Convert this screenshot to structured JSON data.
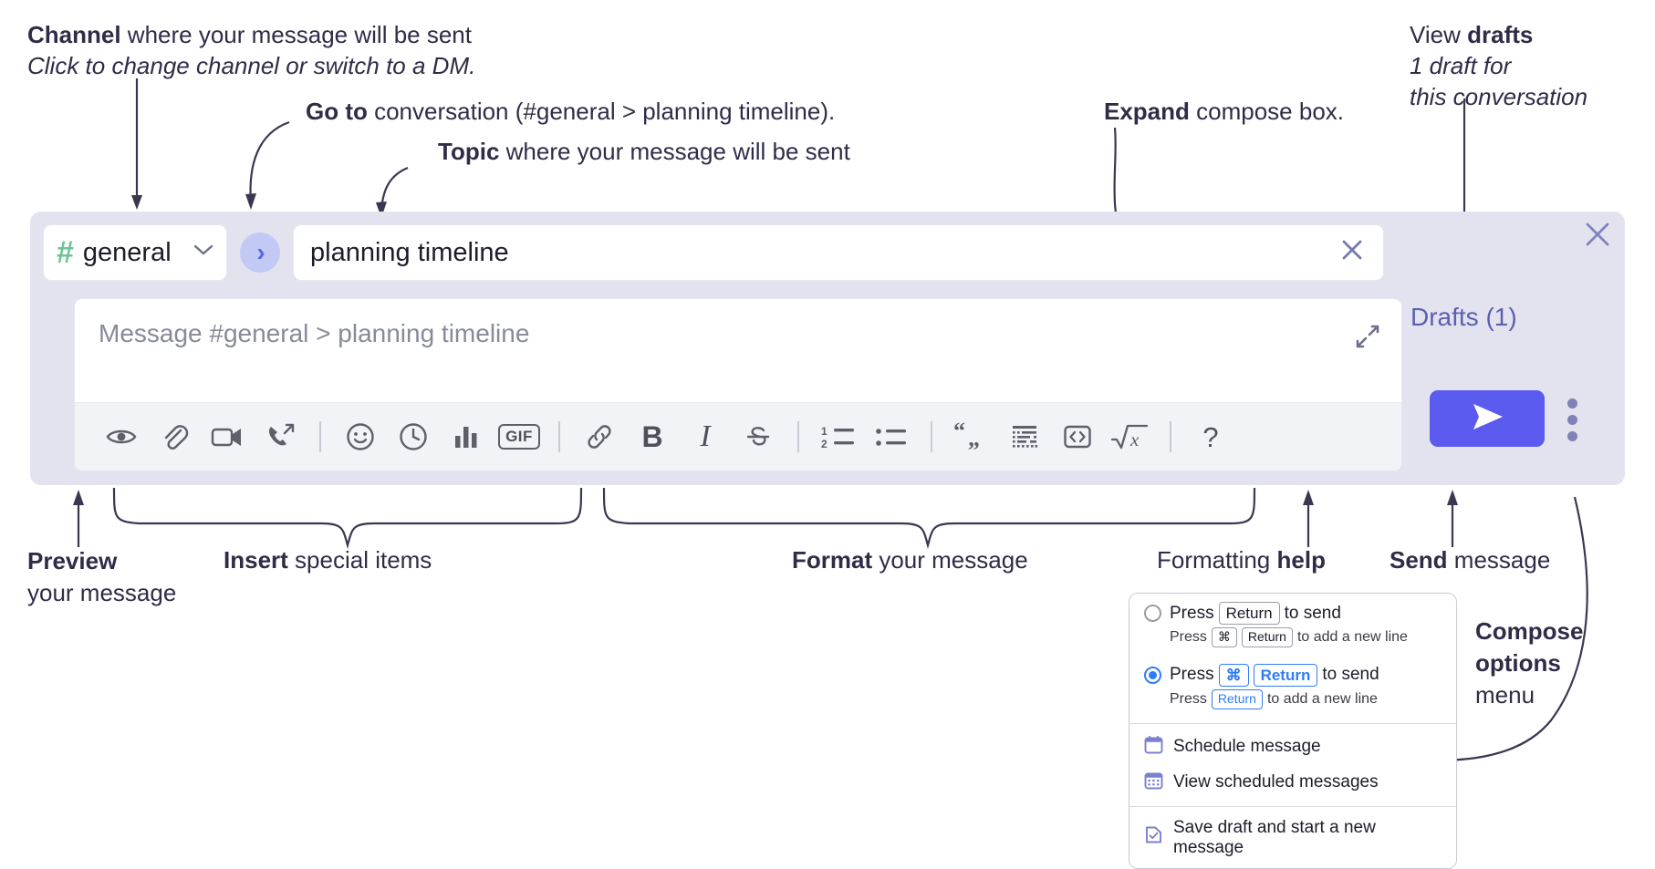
{
  "annotations": {
    "channel": {
      "bold": "Channel",
      "rest": " where your message will be sent",
      "italic": "Click to change channel or switch to a DM."
    },
    "goto": {
      "bold": "Go to",
      "rest": " conversation (#general > planning timeline)."
    },
    "topic": {
      "bold": "Topic",
      "rest": " where your message will be sent"
    },
    "expand": {
      "bold": "Expand",
      "rest": " compose box."
    },
    "drafts": {
      "lead": "View ",
      "bold": "drafts",
      "italic1": "1 draft for",
      "italic2": "this conversation"
    },
    "preview": {
      "bold": "Preview",
      "rest": "your message"
    },
    "insert": {
      "bold": "Insert",
      "rest": " special items"
    },
    "format": {
      "bold": "Format",
      "rest": " your message"
    },
    "help": {
      "lead": "Formatting ",
      "bold": "help"
    },
    "send": {
      "bold": "Send",
      "rest": " message"
    },
    "compose_options": {
      "bold1": "Compose",
      "bold2": "options",
      "rest": "menu"
    }
  },
  "compose": {
    "channel": {
      "hash": "#",
      "name": "general",
      "caret_icon": "chevron-down-icon"
    },
    "goto_button": {
      "icon": "chevron-right-icon"
    },
    "topic": {
      "value": "planning timeline",
      "clear_icon": "close-icon"
    },
    "message": {
      "placeholder": "Message #general > planning timeline",
      "expand_icon": "expand-icon"
    },
    "drafts_link": "Drafts (1)",
    "panel_close_icon": "close-icon",
    "send_button": {
      "icon": "send-icon"
    },
    "options_button": {
      "icon": "kebab-menu-icon"
    },
    "toolbar": [
      {
        "name": "preview-icon",
        "kind": "icon",
        "label": ""
      },
      {
        "name": "attachment-icon",
        "kind": "icon",
        "label": ""
      },
      {
        "name": "video-icon",
        "kind": "icon",
        "label": ""
      },
      {
        "name": "huddle-icon",
        "kind": "icon",
        "label": ""
      },
      {
        "name": "divider",
        "kind": "divider",
        "label": ""
      },
      {
        "name": "emoji-icon",
        "kind": "icon",
        "label": ""
      },
      {
        "name": "clock-icon",
        "kind": "icon",
        "label": ""
      },
      {
        "name": "poll-icon",
        "kind": "icon",
        "label": ""
      },
      {
        "name": "gif-icon",
        "kind": "text-box",
        "label": "GIF"
      },
      {
        "name": "divider",
        "kind": "divider",
        "label": ""
      },
      {
        "name": "link-icon",
        "kind": "icon",
        "label": ""
      },
      {
        "name": "bold-icon",
        "kind": "text",
        "label": "B"
      },
      {
        "name": "italic-icon",
        "kind": "text",
        "label": "I"
      },
      {
        "name": "strikethrough-icon",
        "kind": "icon",
        "label": ""
      },
      {
        "name": "divider",
        "kind": "divider",
        "label": ""
      },
      {
        "name": "ordered-list-icon",
        "kind": "icon",
        "label": ""
      },
      {
        "name": "bulleted-list-icon",
        "kind": "icon",
        "label": ""
      },
      {
        "name": "divider",
        "kind": "divider",
        "label": ""
      },
      {
        "name": "blockquote-icon",
        "kind": "icon",
        "label": ""
      },
      {
        "name": "code-block-icon",
        "kind": "icon",
        "label": ""
      },
      {
        "name": "inline-code-icon",
        "kind": "icon",
        "label": ""
      },
      {
        "name": "math-icon",
        "kind": "icon",
        "label": ""
      },
      {
        "name": "divider",
        "kind": "divider",
        "label": ""
      },
      {
        "name": "help-icon",
        "kind": "text",
        "label": "?"
      }
    ]
  },
  "options_menu": {
    "radio1": {
      "selected": false,
      "press": "Press",
      "key": "Return",
      "suffix": "to send",
      "sub_press": "Press",
      "sub_key1": "⌘",
      "sub_key2": "Return",
      "sub_suffix": "to add a new line"
    },
    "radio2": {
      "selected": true,
      "press": "Press",
      "key1": "⌘",
      "key2": "Return",
      "suffix": "to send",
      "sub_press": "Press",
      "sub_key": "Return",
      "sub_suffix": "to add a new line"
    },
    "items": [
      {
        "label": "Schedule message",
        "icon": "calendar-icon"
      },
      {
        "label": "View scheduled messages",
        "icon": "calendar-grid-icon"
      },
      {
        "label": "Save draft and start a new message",
        "icon": "save-draft-icon"
      }
    ]
  },
  "colors": {
    "panel_bg": "#e3e3f0",
    "accent_send": "#5b5bf0",
    "hash_green": "#6cc395",
    "goto_blue": "#4f6ae8",
    "drafts_purple": "#5c5fae",
    "radio_blue": "#2f7df6",
    "menu_icon_purple": "#7b7fd0",
    "text_dark": "#2f2c47"
  }
}
